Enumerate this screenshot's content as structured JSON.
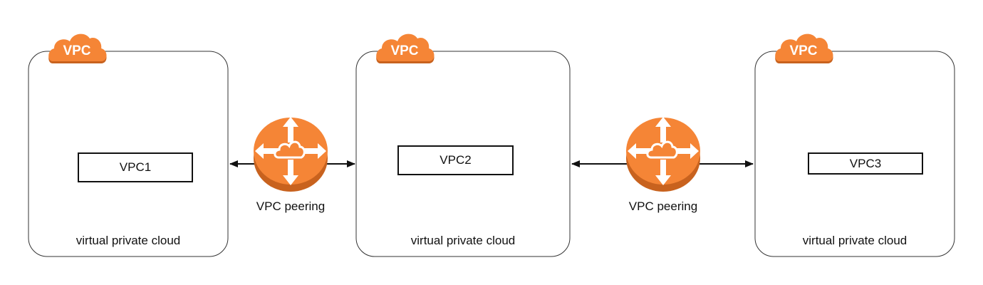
{
  "colors": {
    "accent": "#f58536",
    "accent_dark": "#c8621e",
    "stroke": "#333333"
  },
  "vpcs": [
    {
      "badge": "VPC",
      "name": "VPC1",
      "caption": "virtual private cloud",
      "icon": "vpc-cloud-icon"
    },
    {
      "badge": "VPC",
      "name": "VPC2",
      "caption": "virtual private cloud",
      "icon": "vpc-cloud-icon"
    },
    {
      "badge": "VPC",
      "name": "VPC3",
      "caption": "virtual private cloud",
      "icon": "vpc-cloud-icon"
    }
  ],
  "peerings": [
    {
      "label": "VPC peering",
      "icon": "vpc-peering-router-icon",
      "from": "VPC1",
      "to": "VPC2"
    },
    {
      "label": "VPC peering",
      "icon": "vpc-peering-router-icon",
      "from": "VPC2",
      "to": "VPC3"
    }
  ]
}
